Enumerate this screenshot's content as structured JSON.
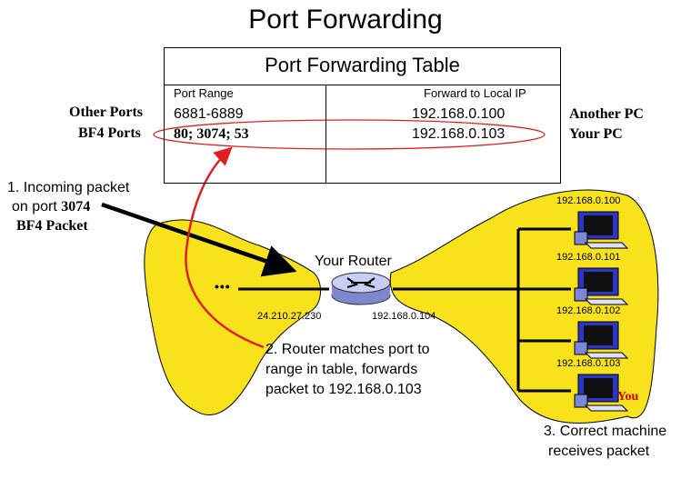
{
  "title": "Port Forwarding",
  "table": {
    "title": "Port Forwarding Table",
    "headers": [
      "Port Range",
      "Forward to Local IP"
    ],
    "rows": [
      {
        "label": "Other Ports",
        "range": "6881-6889",
        "ip": "192.168.0.100",
        "note": "Another PC"
      },
      {
        "label": "BF4 Ports",
        "range": "80; 3074; 53",
        "ip": "192.168.0.103",
        "note": "Your PC"
      }
    ]
  },
  "step1": {
    "line1": "1. Incoming packet",
    "line2_prefix": "on port ",
    "port": "3074",
    "line3": "BF4 Packet"
  },
  "router": {
    "label": "Your Router",
    "wan_ip": "24.210.27.230",
    "lan_ip": "192.168.0.104"
  },
  "ellipsis": "•••",
  "step2": {
    "line1": "2. Router matches port to",
    "line2": "range in table, forwards",
    "line3": "packet to 192.168.0.103"
  },
  "computers": [
    {
      "ip": "192.168.0.100"
    },
    {
      "ip": "192.168.0.101"
    },
    {
      "ip": "192.168.0.102"
    },
    {
      "ip": "192.168.0.103",
      "tag": "You"
    }
  ],
  "step3": {
    "line1": "3. Correct machine",
    "line2": "receives packet"
  },
  "colors": {
    "cloud": "#f7e21b",
    "highlight": "#e02020",
    "you_label": "#cc0000",
    "router": "#9fa8e8",
    "monitor": "#2c36c6",
    "screen": "#101010"
  }
}
